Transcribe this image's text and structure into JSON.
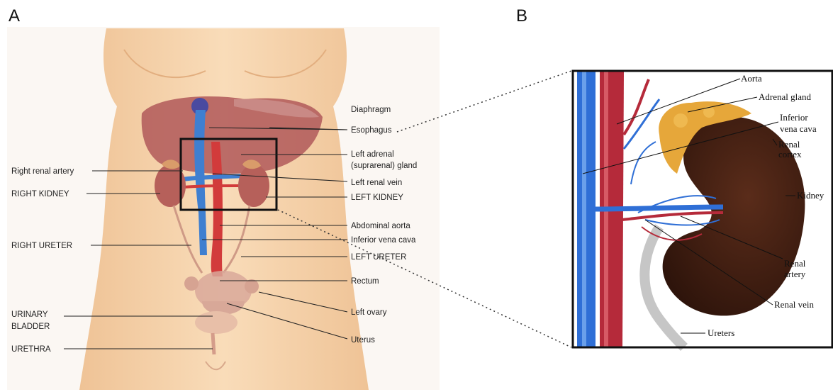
{
  "panels": {
    "a": "A",
    "b": "B"
  },
  "panel_a": {
    "left_labels": [
      "Right renal artery",
      "RIGHT KIDNEY",
      "RIGHT URETER",
      "URINARY",
      "BLADDER",
      "URETHRA"
    ],
    "right_labels": [
      "Diaphragm",
      "Esophagus",
      "Left adrenal",
      "(suprarenal) gland",
      "Left renal vein",
      "LEFT KIDNEY",
      "Abdominal aorta",
      "Inferior vena cava",
      "LEFT URETER",
      "Rectum",
      "Left ovary",
      "Uterus"
    ]
  },
  "panel_b": {
    "labels": [
      "Aorta",
      "Adrenal gland",
      "Inferior",
      "vena cava",
      "Renal",
      "cortex",
      "Kidney",
      "Renal",
      "artery",
      "Renal vein",
      "Ureters"
    ]
  },
  "colors": {
    "skin": "#f5d2aa",
    "liver": "#b5625f",
    "kidney_a": "#b6605a",
    "vena_cava": "#3f7fd0",
    "aorta": "#d23b3b",
    "kidney_b": "#3e1d12",
    "adrenal": "#e6a73a",
    "aorta_b": "#b52a3a",
    "vein_b": "#2f6fd6"
  },
  "icons": [
    "torso-illustration",
    "kidney-illustration"
  ]
}
